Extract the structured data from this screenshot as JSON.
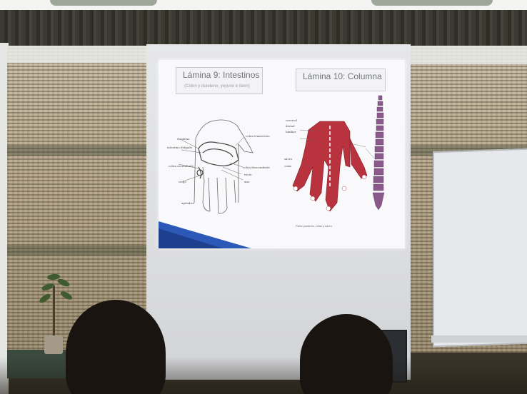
{
  "slides": {
    "left": {
      "title": "Lámina 9: Intestinos",
      "subtitle": "(Colon y duodeno, yeyuno e íleon)",
      "labels": [
        "duodeno",
        "intestino delgado",
        "colon ascendente",
        "ciego",
        "apéndice",
        "colon transverso",
        "colon descendente",
        "recto",
        "ano"
      ]
    },
    "right": {
      "title": "Lámina 10: Columna",
      "subtitle": "",
      "labels": [
        "cervical",
        "dorsal",
        "lumbar",
        "sacro",
        "coxis"
      ],
      "caption": "Parte posterior, uñas y sacro"
    }
  },
  "colors": {
    "spine_red": "#b9333f",
    "spine_purple": "#8a5a8c",
    "slide_blue": "#2c58b8"
  }
}
